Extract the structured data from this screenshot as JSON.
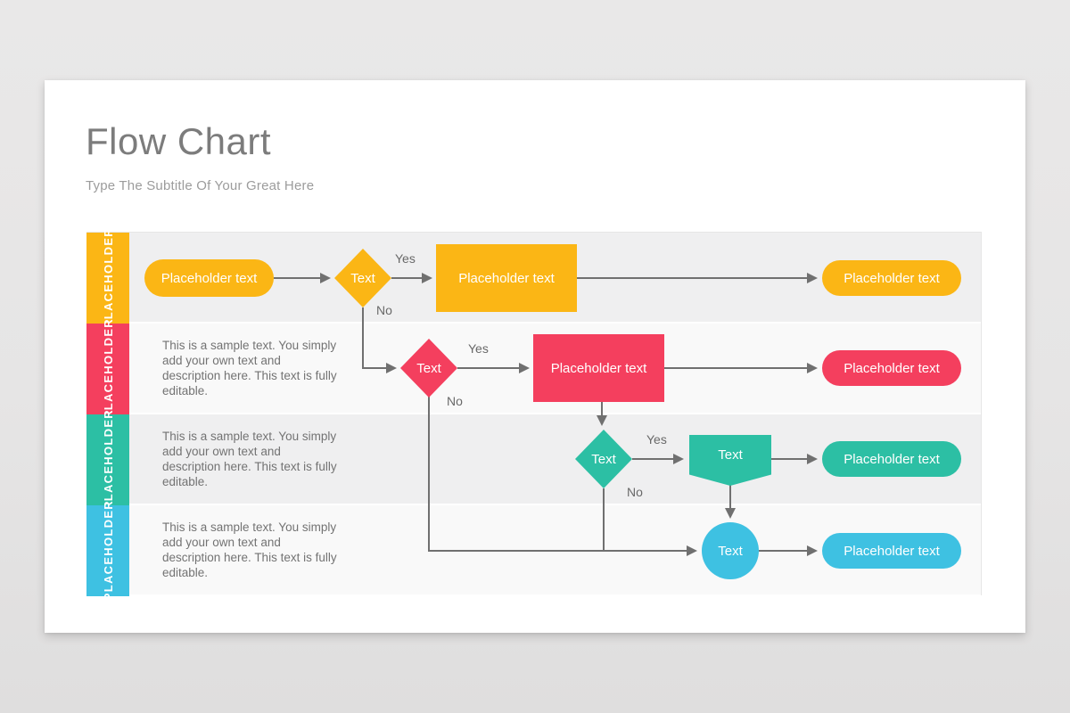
{
  "colors": {
    "yellow": "#FBB615",
    "pink": "#F43F5E",
    "teal": "#2CBFA4",
    "cyan": "#3EC1E2",
    "connector": "#707070",
    "row_dark": "#efeff0",
    "row_light": "#f9f9f9",
    "page_bg": "#e6e5e5"
  },
  "slide": {
    "title": "Flow Chart",
    "subtitle": "Type The Subtitle Of Your Great Here"
  },
  "chart": {
    "row1": {
      "side_label": "PLACEHOLDER",
      "start": "Placeholder text",
      "decision": "Text",
      "yes": "Yes",
      "no": "No",
      "process": "Placeholder text",
      "result": "Placeholder text"
    },
    "row2": {
      "side_label": "PLACEHOLDER",
      "description": "This is a sample text. You simply add your own text and description here. This text is fully editable.",
      "decision": "Text",
      "yes": "Yes",
      "no": "No",
      "process": "Placeholder text",
      "result": "Placeholder text"
    },
    "row3": {
      "side_label": "PLACEHOLDER",
      "description": "This is a sample text. You simply add your own text and description here. This text is fully editable.",
      "decision": "Text",
      "yes": "Yes",
      "no": "No",
      "banner": "Text",
      "result": "Placeholder text"
    },
    "row4": {
      "side_label": "PLACEHOLDER",
      "description": "This is a sample text. You simply add your own text and description here. This text is fully editable.",
      "terminal": "Text",
      "result": "Placeholder text"
    }
  }
}
